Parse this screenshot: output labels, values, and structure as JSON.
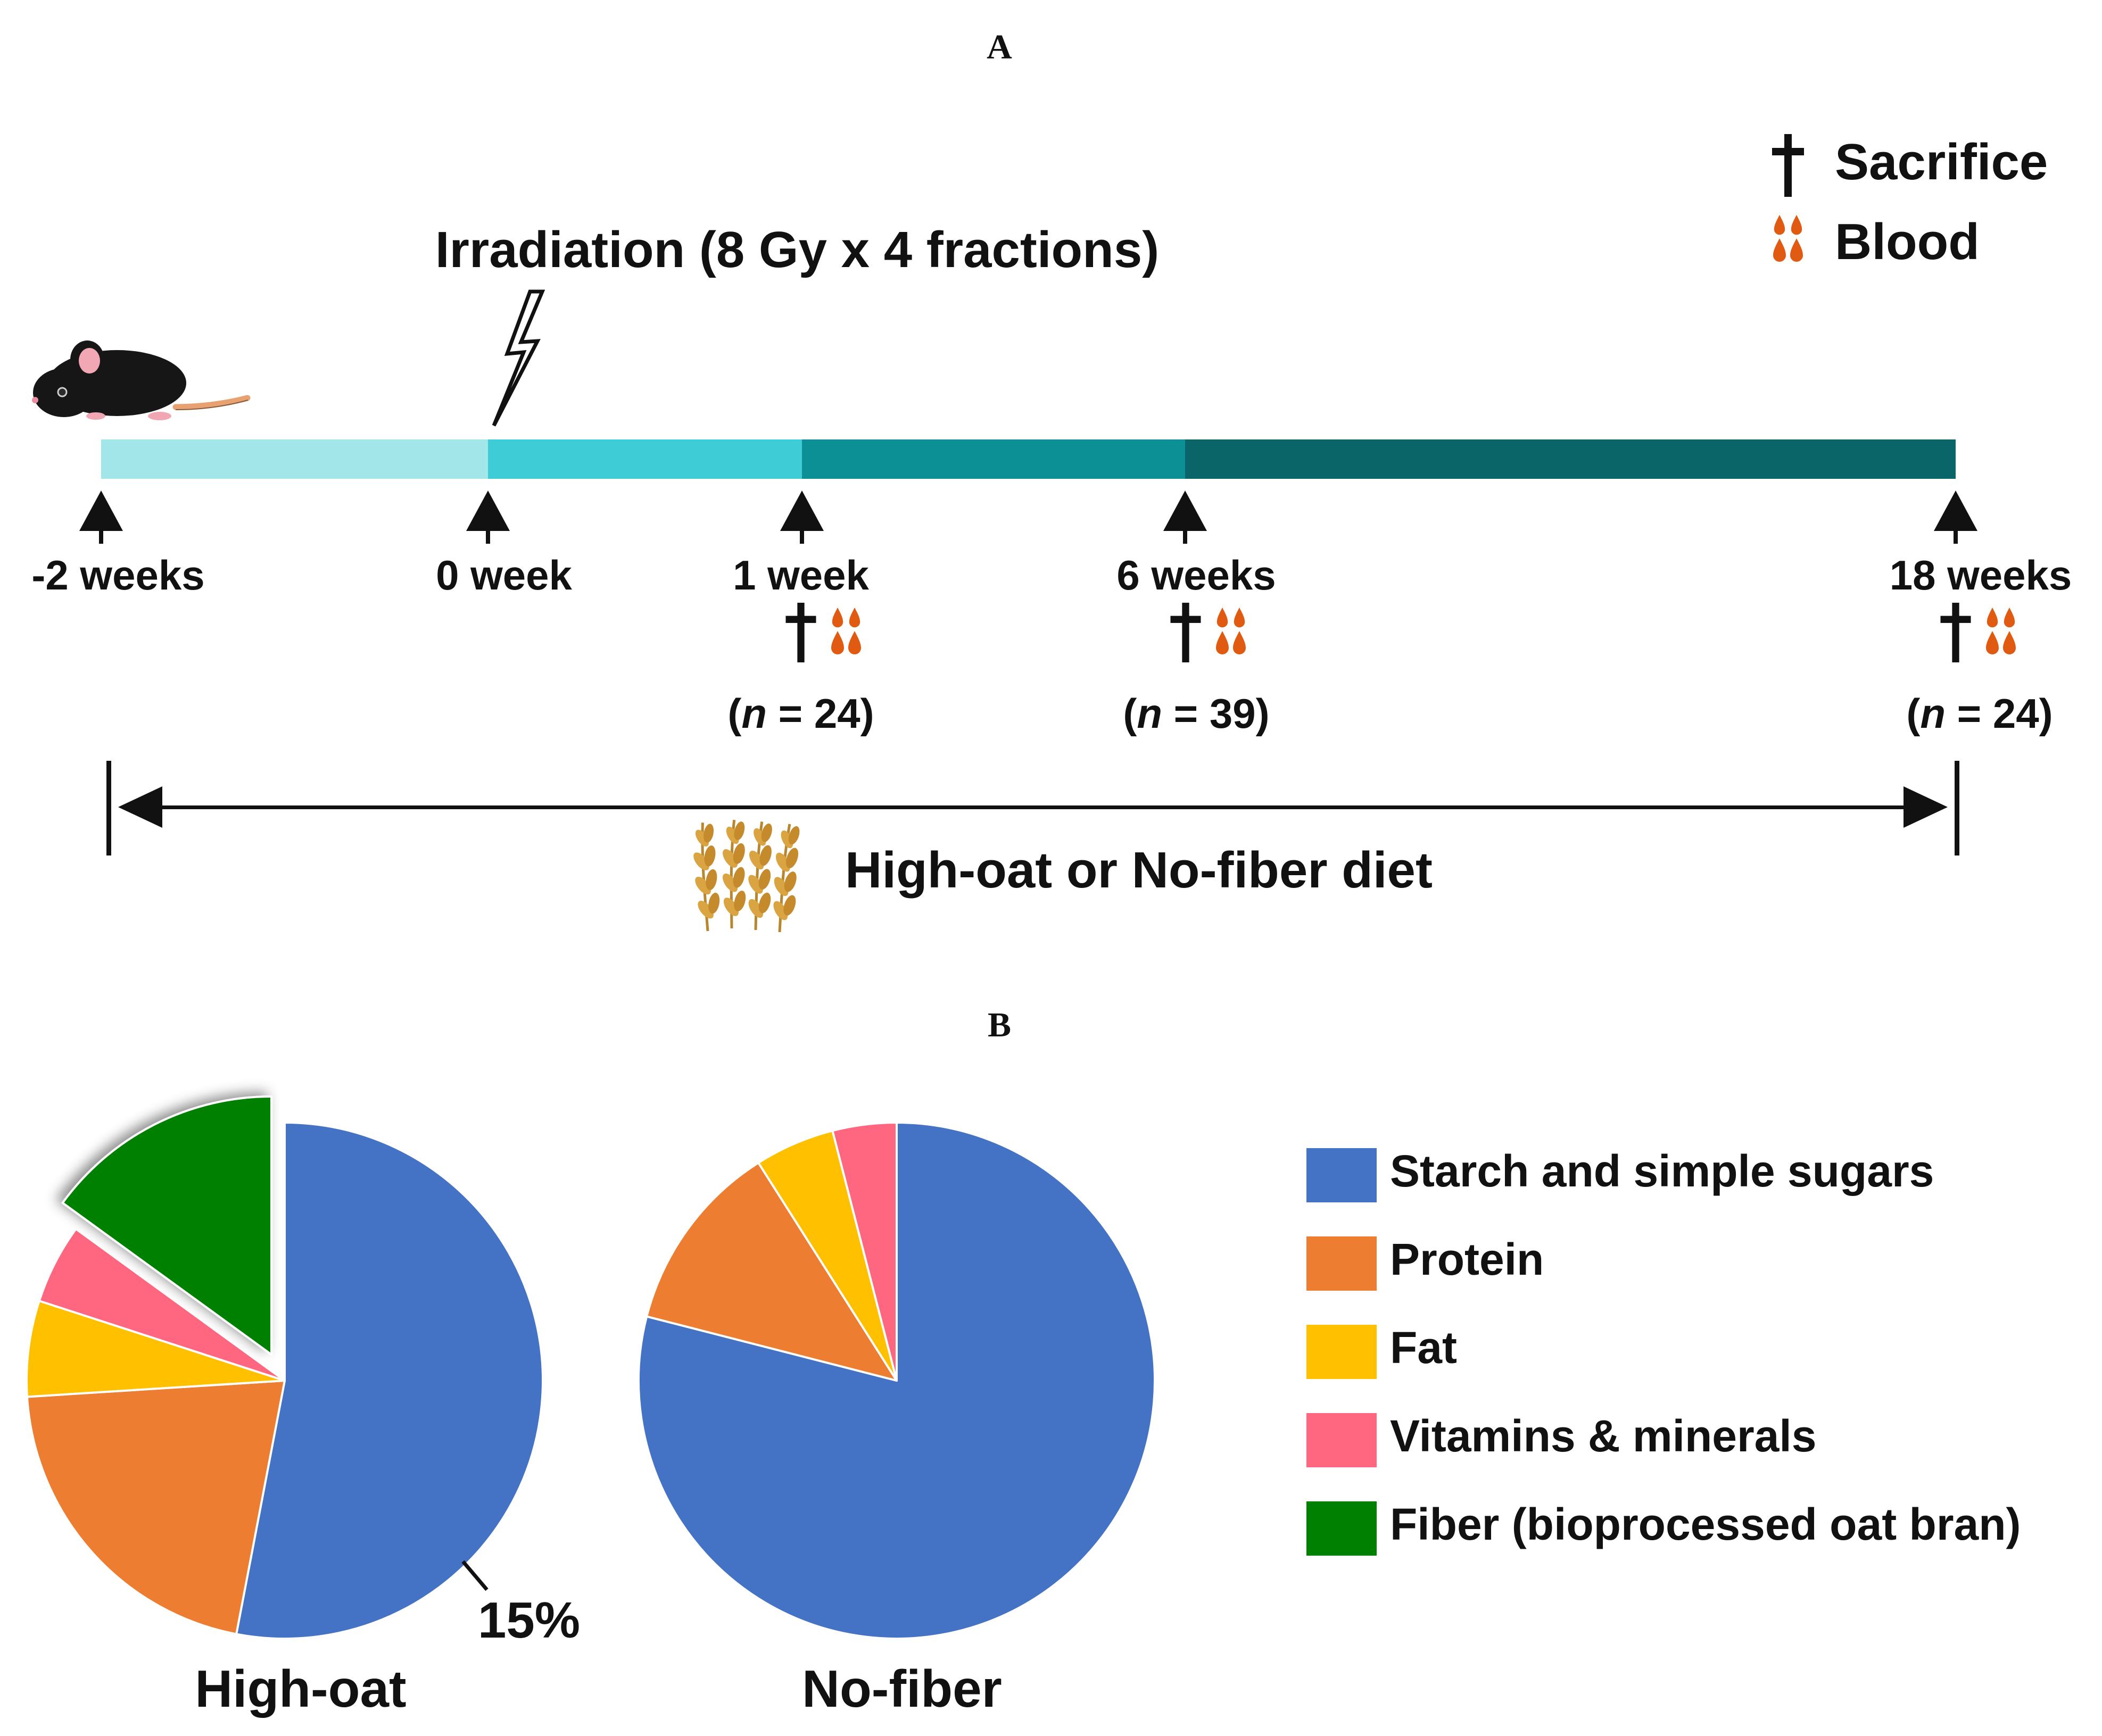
{
  "panel_a": {
    "label": "A",
    "irradiation_label": "Irradiation (8 Gy x 4 fractions)",
    "legend": {
      "sacrifice_label": "Sacrifice",
      "blood_label": "Blood"
    },
    "timeline_colors": [
      "#a3e6ea",
      "#3ecdd6",
      "#0c9096",
      "#0a6568"
    ],
    "timepoints": [
      {
        "label": "-2 weeks",
        "n": ""
      },
      {
        "label": "0 week",
        "n": ""
      },
      {
        "label": "1 week",
        "n": "24"
      },
      {
        "label": "6 weeks",
        "n": "39"
      },
      {
        "label": "18 weeks",
        "n": "24"
      }
    ],
    "n_prefix": "(",
    "n_symbol": "n",
    "n_equals": " = ",
    "n_suffix": ")",
    "diet_label": "High-oat or No-fiber diet",
    "icons": [
      "mouse-icon",
      "lightning-icon",
      "dagger-icon",
      "blood-drops-icon",
      "wheat-icon"
    ]
  },
  "panel_b": {
    "label": "B",
    "callout": "15%",
    "legend": [
      {
        "label": "Starch and simple sugars",
        "color": "#4472c4"
      },
      {
        "label": "Protein",
        "color": "#ed7d31"
      },
      {
        "label": "Fat",
        "color": "#ffc000"
      },
      {
        "label": "Vitamins & minerals",
        "color": "#ff6680"
      },
      {
        "label": "Fiber (bioprocessed oat bran)",
        "color": "#008000"
      }
    ]
  },
  "chart_data": [
    {
      "type": "pie",
      "title": "High-oat",
      "categories": [
        "Starch and simple sugars",
        "Protein",
        "Fat",
        "Vitamins & minerals",
        "Fiber (bioprocessed oat bran)"
      ],
      "values": [
        53,
        21,
        6,
        5,
        15
      ],
      "colors": [
        "#4472c4",
        "#ed7d31",
        "#ffc000",
        "#ff6680",
        "#008000"
      ],
      "exploded": "Fiber (bioprocessed oat bran)"
    },
    {
      "type": "pie",
      "title": "No-fiber",
      "categories": [
        "Starch and simple sugars",
        "Protein",
        "Fat",
        "Vitamins & minerals"
      ],
      "values": [
        79,
        12,
        5,
        4
      ],
      "colors": [
        "#4472c4",
        "#ed7d31",
        "#ffc000",
        "#ff6680"
      ]
    }
  ]
}
